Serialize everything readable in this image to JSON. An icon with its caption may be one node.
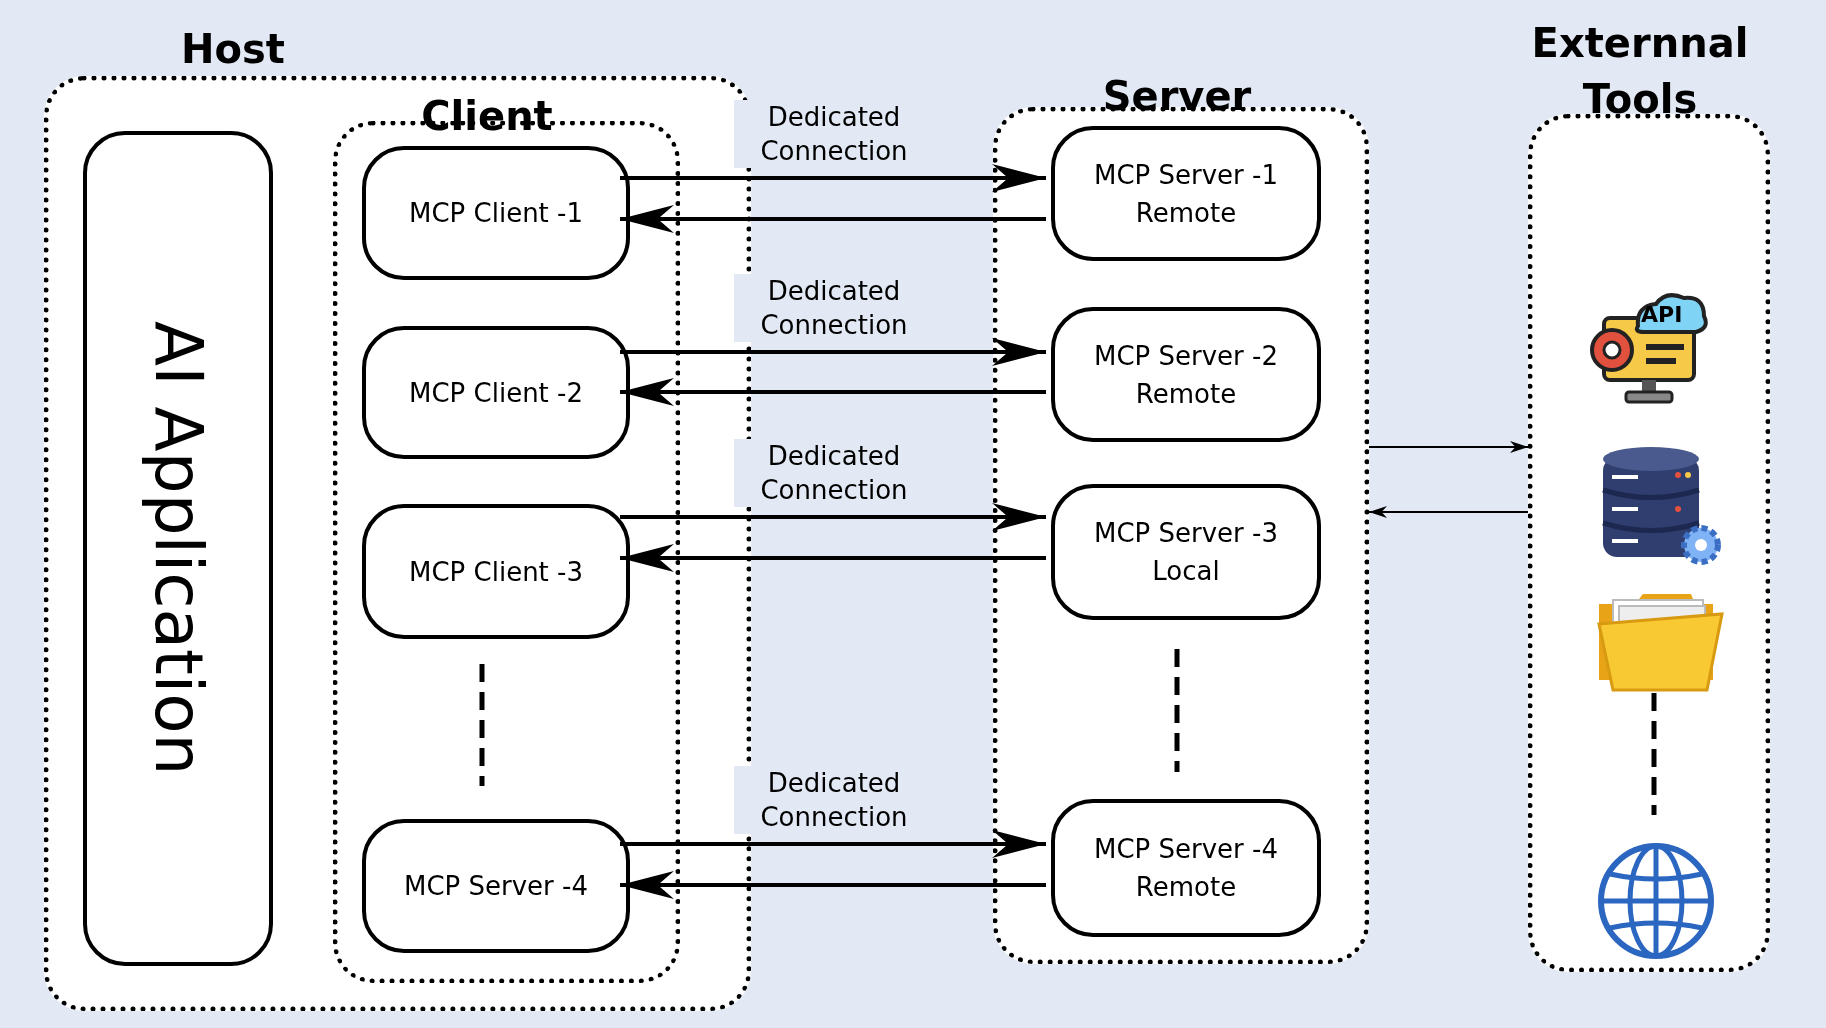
{
  "diagram": {
    "nodes": [
      {
        "text": [
          "Host"
        ]
      },
      {
        "text": [
          "AI Application"
        ],
        "in": 0
      },
      {
        "text": [
          "Client"
        ],
        "in": 0
      },
      {
        "text": [
          "MCP Client -1"
        ],
        "in": 2
      },
      {
        "text": [
          "MCP Client -2"
        ],
        "in": 2
      },
      {
        "text": [
          "MCP Client -3"
        ],
        "in": 2
      },
      {
        "text": [
          "MCP Server -4"
        ],
        "in": 2
      },
      {
        "text": [
          "Server"
        ]
      },
      {
        "text": [
          "MCP Server -1",
          "Remote"
        ],
        "in": 7
      },
      {
        "text": [
          "MCP Server -2",
          "Remote"
        ],
        "in": 7
      },
      {
        "text": [
          "MCP Server -3",
          "Local"
        ],
        "in": 7
      },
      {
        "text": [
          "MCP Server -4",
          "Remote"
        ],
        "in": 7
      },
      {
        "text": [
          "Externnal Tools"
        ]
      }
    ],
    "edges": [
      {
        "from": 3,
        "to": 8,
        "arrow": "to",
        "label": "Dedicated Connection"
      },
      {
        "from": 8,
        "to": 3,
        "arrow": "to"
      },
      {
        "from": 4,
        "to": 9,
        "arrow": "to",
        "label": "Dedicated Connection"
      },
      {
        "from": 9,
        "to": 4,
        "arrow": "to"
      },
      {
        "from": 5,
        "to": 10,
        "arrow": "to",
        "label": "Dedicated Connection"
      },
      {
        "from": 10,
        "to": 5,
        "arrow": "to"
      },
      {
        "from": 6,
        "to": 11,
        "arrow": "to",
        "label": "Dedicated Connection"
      },
      {
        "from": 11,
        "to": 6,
        "arrow": "to"
      },
      {
        "from": 7,
        "to": 12,
        "arrow": "to"
      },
      {
        "from": 12,
        "to": 7,
        "arrow": "to"
      }
    ],
    "labels": [
      "API"
    ]
  }
}
